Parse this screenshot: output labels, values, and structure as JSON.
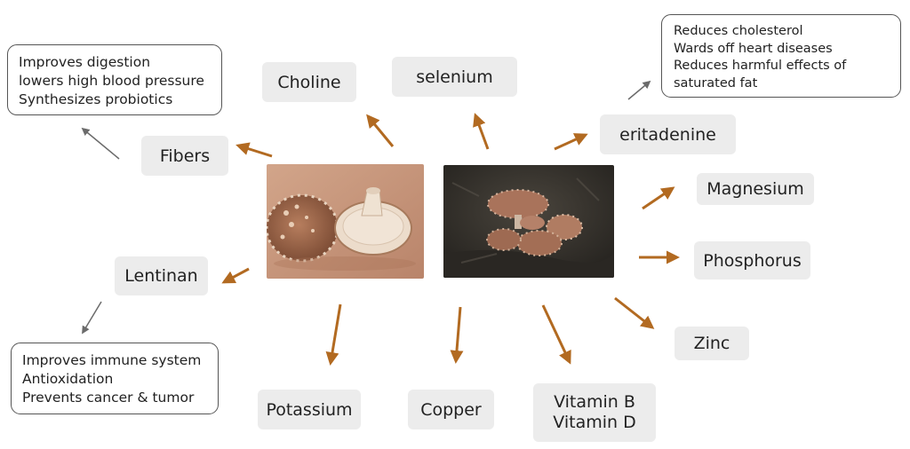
{
  "nodes": {
    "fibers": "Fibers",
    "choline": "Choline",
    "selenium": "selenium",
    "eritadenine": "eritadenine",
    "magnesium": "Magnesium",
    "phosphorus": "Phosphorus",
    "zinc": "Zinc",
    "lentinan": "Lentinan",
    "potassium": "Potassium",
    "copper": "Copper",
    "vitamin_b": "Vitamin B",
    "vitamin_d": "Vitamin D"
  },
  "benefits": {
    "fibers": [
      "Improves digestion",
      "lowers high blood pressure",
      "Synthesizes probiotics"
    ],
    "eritadenine": [
      "Reduces cholesterol",
      "Wards off heart diseases",
      "Reduces harmful effects of",
      "saturated fat"
    ],
    "lentinan": [
      "Improves immune system",
      "Antioxidation",
      "Prevents cancer & tumor"
    ]
  },
  "colors": {
    "arrow_orange": "#b26a21",
    "arrow_gray": "#6b6b6b",
    "node_bg": "#ececec",
    "photo_left_bg": "#c9977a",
    "photo_right_bg": "#2f2c27"
  },
  "images": {
    "left": "shiitake-mushrooms-on-tan-background",
    "right": "shiitake-mushrooms-growing-on-dark-log"
  }
}
